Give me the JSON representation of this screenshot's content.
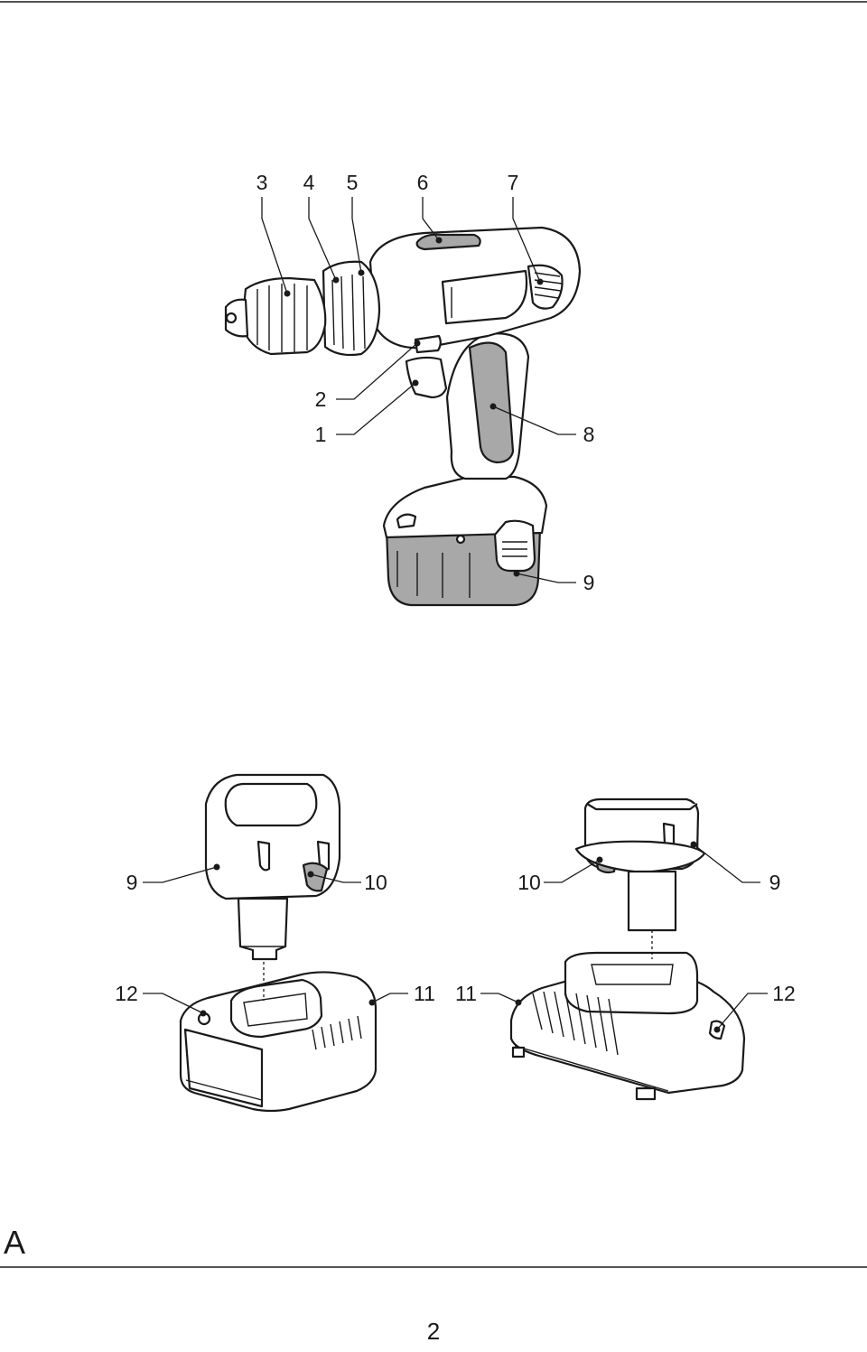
{
  "figure": {
    "letter": "A",
    "page_number": "2"
  },
  "drill_callouts": [
    "3",
    "4",
    "5",
    "6",
    "7",
    "2",
    "1",
    "8",
    "9"
  ],
  "left_charger_callouts": [
    "9",
    "10",
    "12",
    "11"
  ],
  "right_charger_callouts": [
    "10",
    "9",
    "11",
    "12"
  ]
}
